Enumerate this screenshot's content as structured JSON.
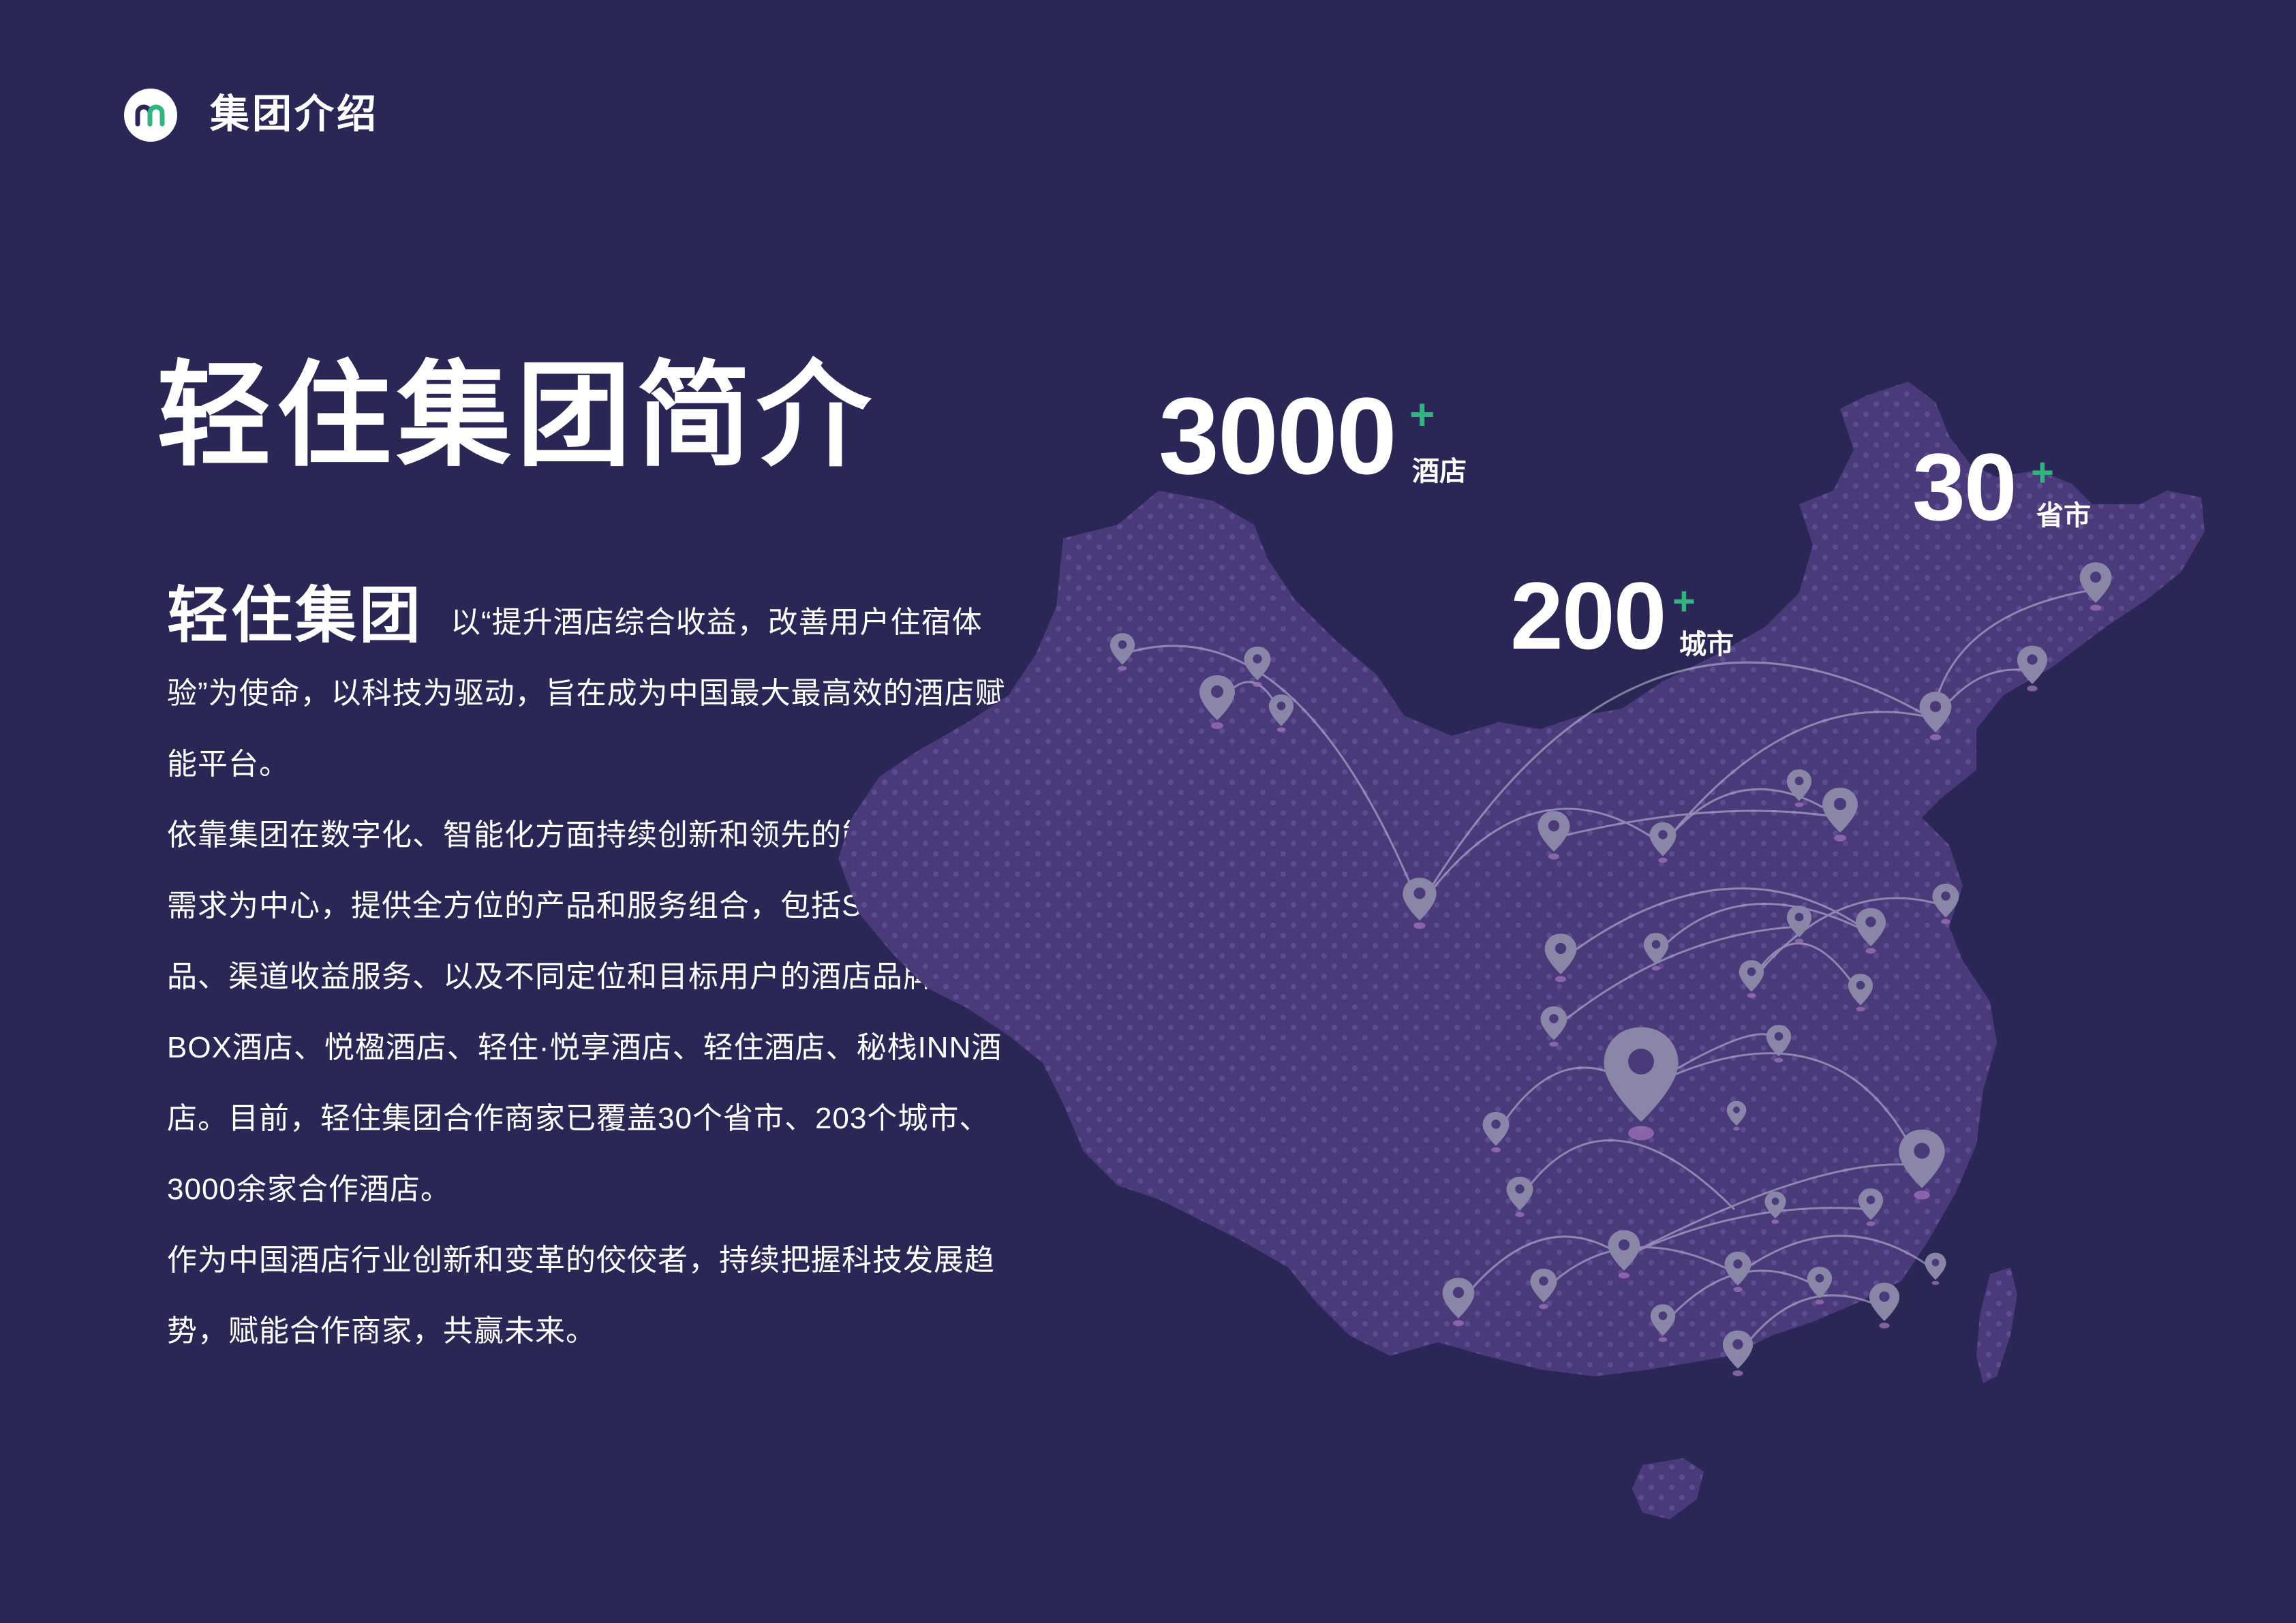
{
  "header": {
    "section_label": "集团介绍",
    "logo_icon": "group-logo-mm"
  },
  "title": "轻住集团简介",
  "intro": {
    "brand": "轻住集团",
    "paragraphs": [
      "以“提升酒店综合收益，改善用户住宿体验”为使命，以科技为驱动，旨在成为中国最大最高效的酒店赋能平台。",
      "依靠集团在数字化、智能化方面持续创新和领先的能力，以客户需求为中心，提供全方位的产品和服务组合，包括SaaS系统产品、渠道收益服务、以及不同定位和目标用户的酒店品牌—轻BOX酒店、悦楹酒店、轻住·悦享酒店、轻住酒店、秘栈INN酒店。目前，轻住集团合作商家已覆盖30个省市、203个城市、3000余家合作酒店。",
      "作为中国酒店行业创新和变革的佼佼者，持续把握科技发展趋势，赋能合作商家，共赢未来。"
    ]
  },
  "stats": [
    {
      "value": "3000",
      "plus": "+",
      "unit": "酒店"
    },
    {
      "value": "200",
      "plus": "+",
      "unit": "城市"
    },
    {
      "value": "30",
      "plus": "+",
      "unit": "省市"
    }
  ],
  "map": {
    "icon": "china-map-with-location-pins"
  },
  "colors": {
    "background": "#2a2656",
    "map_fill": "#4a3a7a",
    "accent": "#2fb57d",
    "pin": "#8a86a8"
  }
}
